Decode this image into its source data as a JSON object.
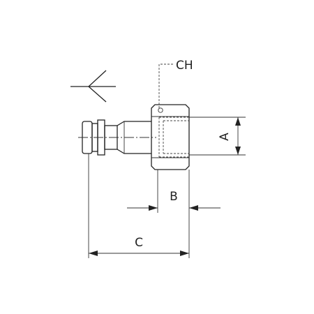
{
  "labels": {
    "ch": "CH",
    "a": "A",
    "b": "B",
    "c": "C"
  },
  "icons": {
    "flow_direction": "flow-direction-arrow-icon"
  }
}
